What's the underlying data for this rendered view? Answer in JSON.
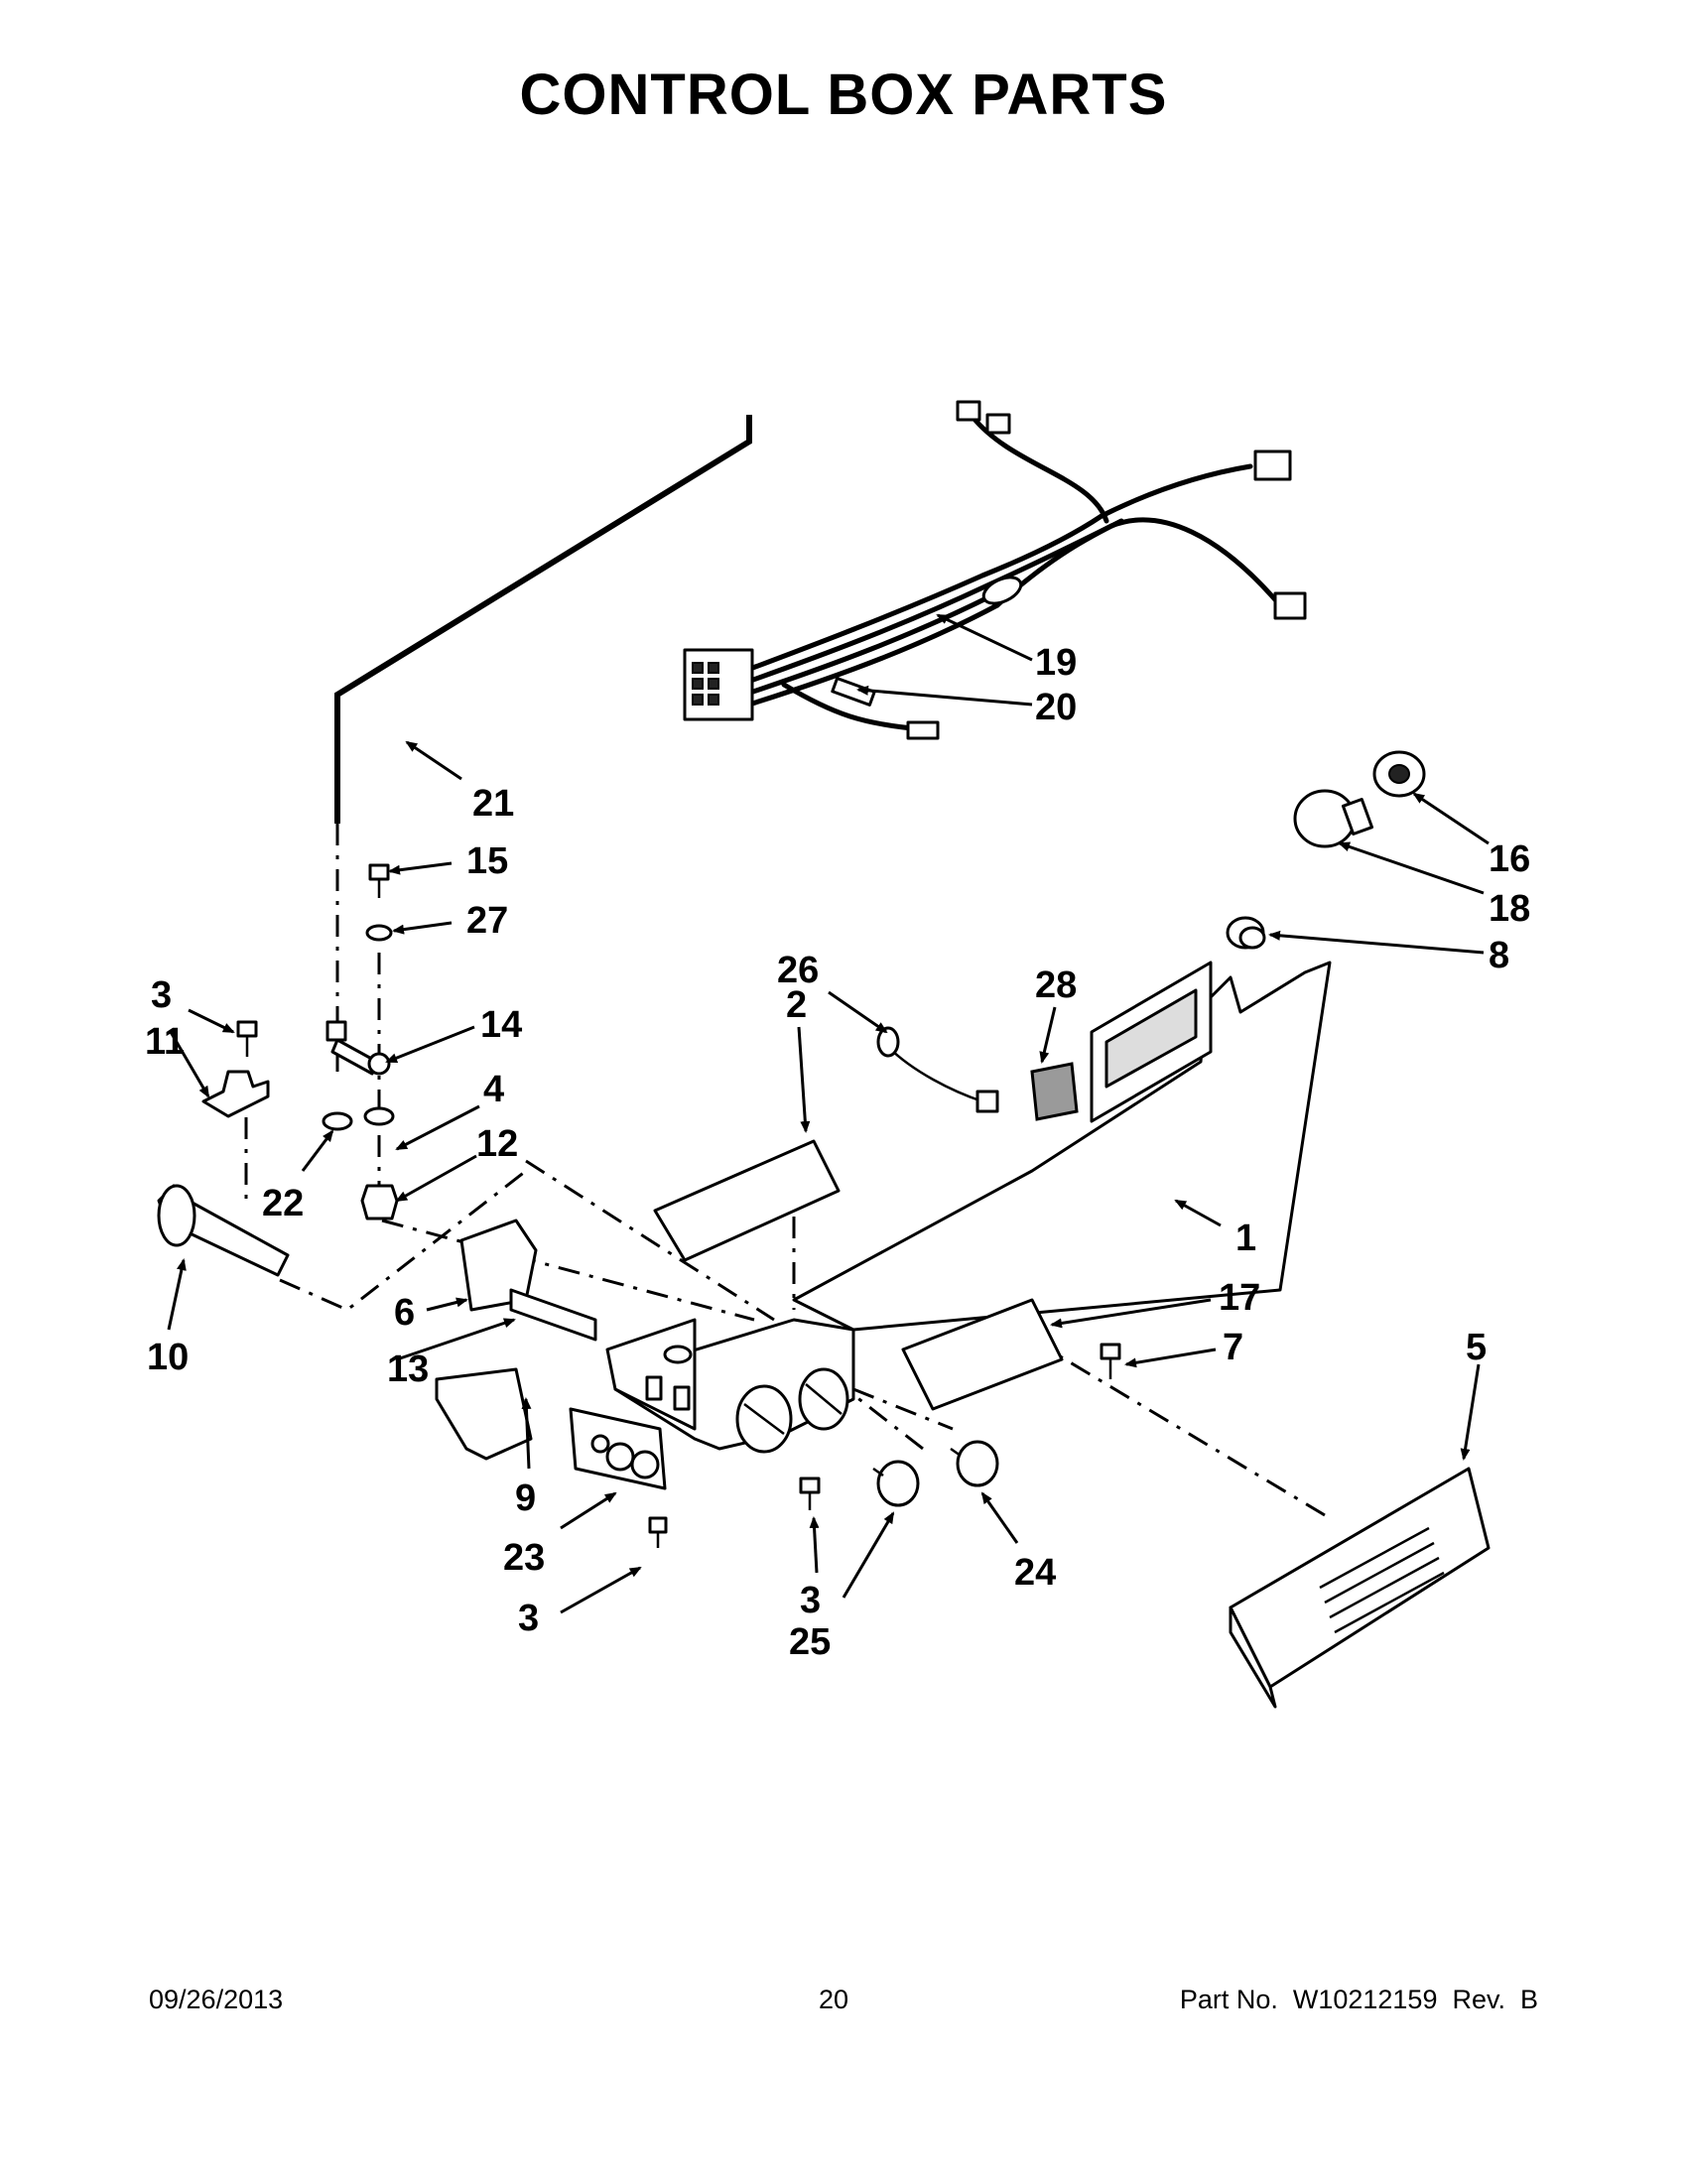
{
  "title": "CONTROL BOX PARTS",
  "footer": {
    "date": "09/26/2013",
    "page": "20",
    "part_number": "Part No.  W10212159  Rev.  B"
  },
  "callouts": [
    {
      "id": "c1",
      "text": "1"
    },
    {
      "id": "c2",
      "text": "2"
    },
    {
      "id": "c3a",
      "text": "3"
    },
    {
      "id": "c3b",
      "text": "3"
    },
    {
      "id": "c3c",
      "text": "3"
    },
    {
      "id": "c4",
      "text": "4"
    },
    {
      "id": "c5",
      "text": "5"
    },
    {
      "id": "c6",
      "text": "6"
    },
    {
      "id": "c7",
      "text": "7"
    },
    {
      "id": "c8",
      "text": "8"
    },
    {
      "id": "c9",
      "text": "9"
    },
    {
      "id": "c10",
      "text": "10"
    },
    {
      "id": "c11",
      "text": "11"
    },
    {
      "id": "c12",
      "text": "12"
    },
    {
      "id": "c13",
      "text": "13"
    },
    {
      "id": "c14",
      "text": "14"
    },
    {
      "id": "c15",
      "text": "15"
    },
    {
      "id": "c16",
      "text": "16"
    },
    {
      "id": "c17",
      "text": "17"
    },
    {
      "id": "c18",
      "text": "18"
    },
    {
      "id": "c19",
      "text": "19"
    },
    {
      "id": "c20",
      "text": "20"
    },
    {
      "id": "c21",
      "text": "21"
    },
    {
      "id": "c22",
      "text": "22"
    },
    {
      "id": "c23",
      "text": "23"
    },
    {
      "id": "c24",
      "text": "24"
    },
    {
      "id": "c25",
      "text": "25"
    },
    {
      "id": "c26",
      "text": "26"
    },
    {
      "id": "c27",
      "text": "27"
    },
    {
      "id": "c28",
      "text": "28"
    }
  ]
}
